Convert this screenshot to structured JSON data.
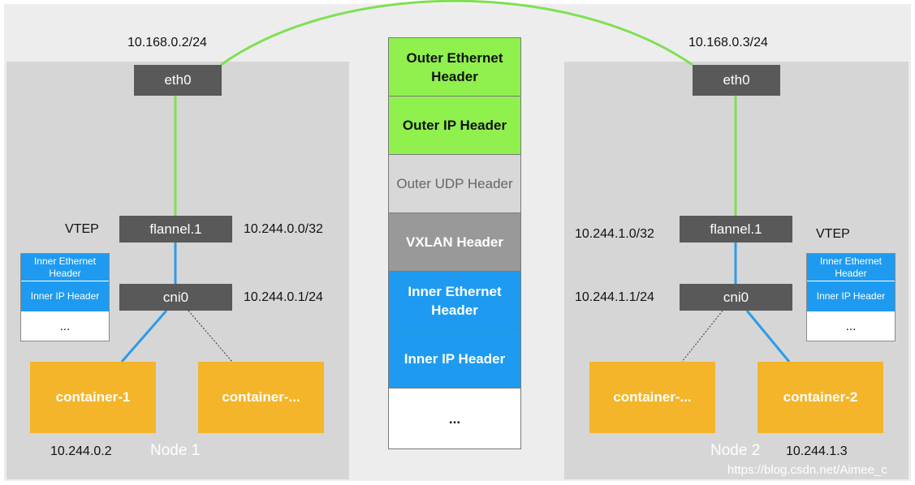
{
  "colors": {
    "background": "#ededed",
    "node_panel": "#d6d6d6",
    "dark_box": "#595959",
    "green_link": "#7ee052",
    "blue_link": "#2d9be8",
    "container": "#f4b52a",
    "outer_header": "#8ff04e",
    "outer_udp": "#d8d8d8",
    "vxlan": "#999999",
    "inner_header": "#1e9bf0"
  },
  "node1": {
    "name": "Node 1",
    "eth0_ip": "10.168.0.2/24",
    "eth0_label": "eth0",
    "vtep_label": "VTEP",
    "flannel_label": "flannel.1",
    "flannel_ip": "10.244.0.0/32",
    "cni_label": "cni0",
    "cni_ip": "10.244.0.1/24",
    "frame": [
      "Inner Ethernet Header",
      "Inner IP Header",
      "..."
    ],
    "container_a": "container-1",
    "container_b": "container-...",
    "container_ip": "10.244.0.2"
  },
  "node2": {
    "name": "Node 2",
    "eth0_ip": "10.168.0.3/24",
    "eth0_label": "eth0",
    "vtep_label": "VTEP",
    "flannel_label": "flannel.1",
    "flannel_ip": "10.244.1.0/32",
    "cni_label": "cni0",
    "cni_ip": "10.244.1.1/24",
    "frame": [
      "Inner Ethernet Header",
      "Inner IP Header",
      "..."
    ],
    "container_a": "container-...",
    "container_b": "container-2",
    "container_ip": "10.244.1.3"
  },
  "packet": [
    {
      "label": "Outer Ethernet Header",
      "kind": "outer"
    },
    {
      "label": "Outer IP Header",
      "kind": "outer"
    },
    {
      "label": "Outer UDP Header",
      "kind": "udp"
    },
    {
      "label": "VXLAN Header",
      "kind": "vxlan"
    },
    {
      "label": "Inner Ethernet Header",
      "kind": "inner"
    },
    {
      "label": "Inner IP Header",
      "kind": "inner"
    },
    {
      "label": "...",
      "kind": "payload"
    }
  ],
  "watermark": "https://blog.csdn.net/Aimee_c"
}
